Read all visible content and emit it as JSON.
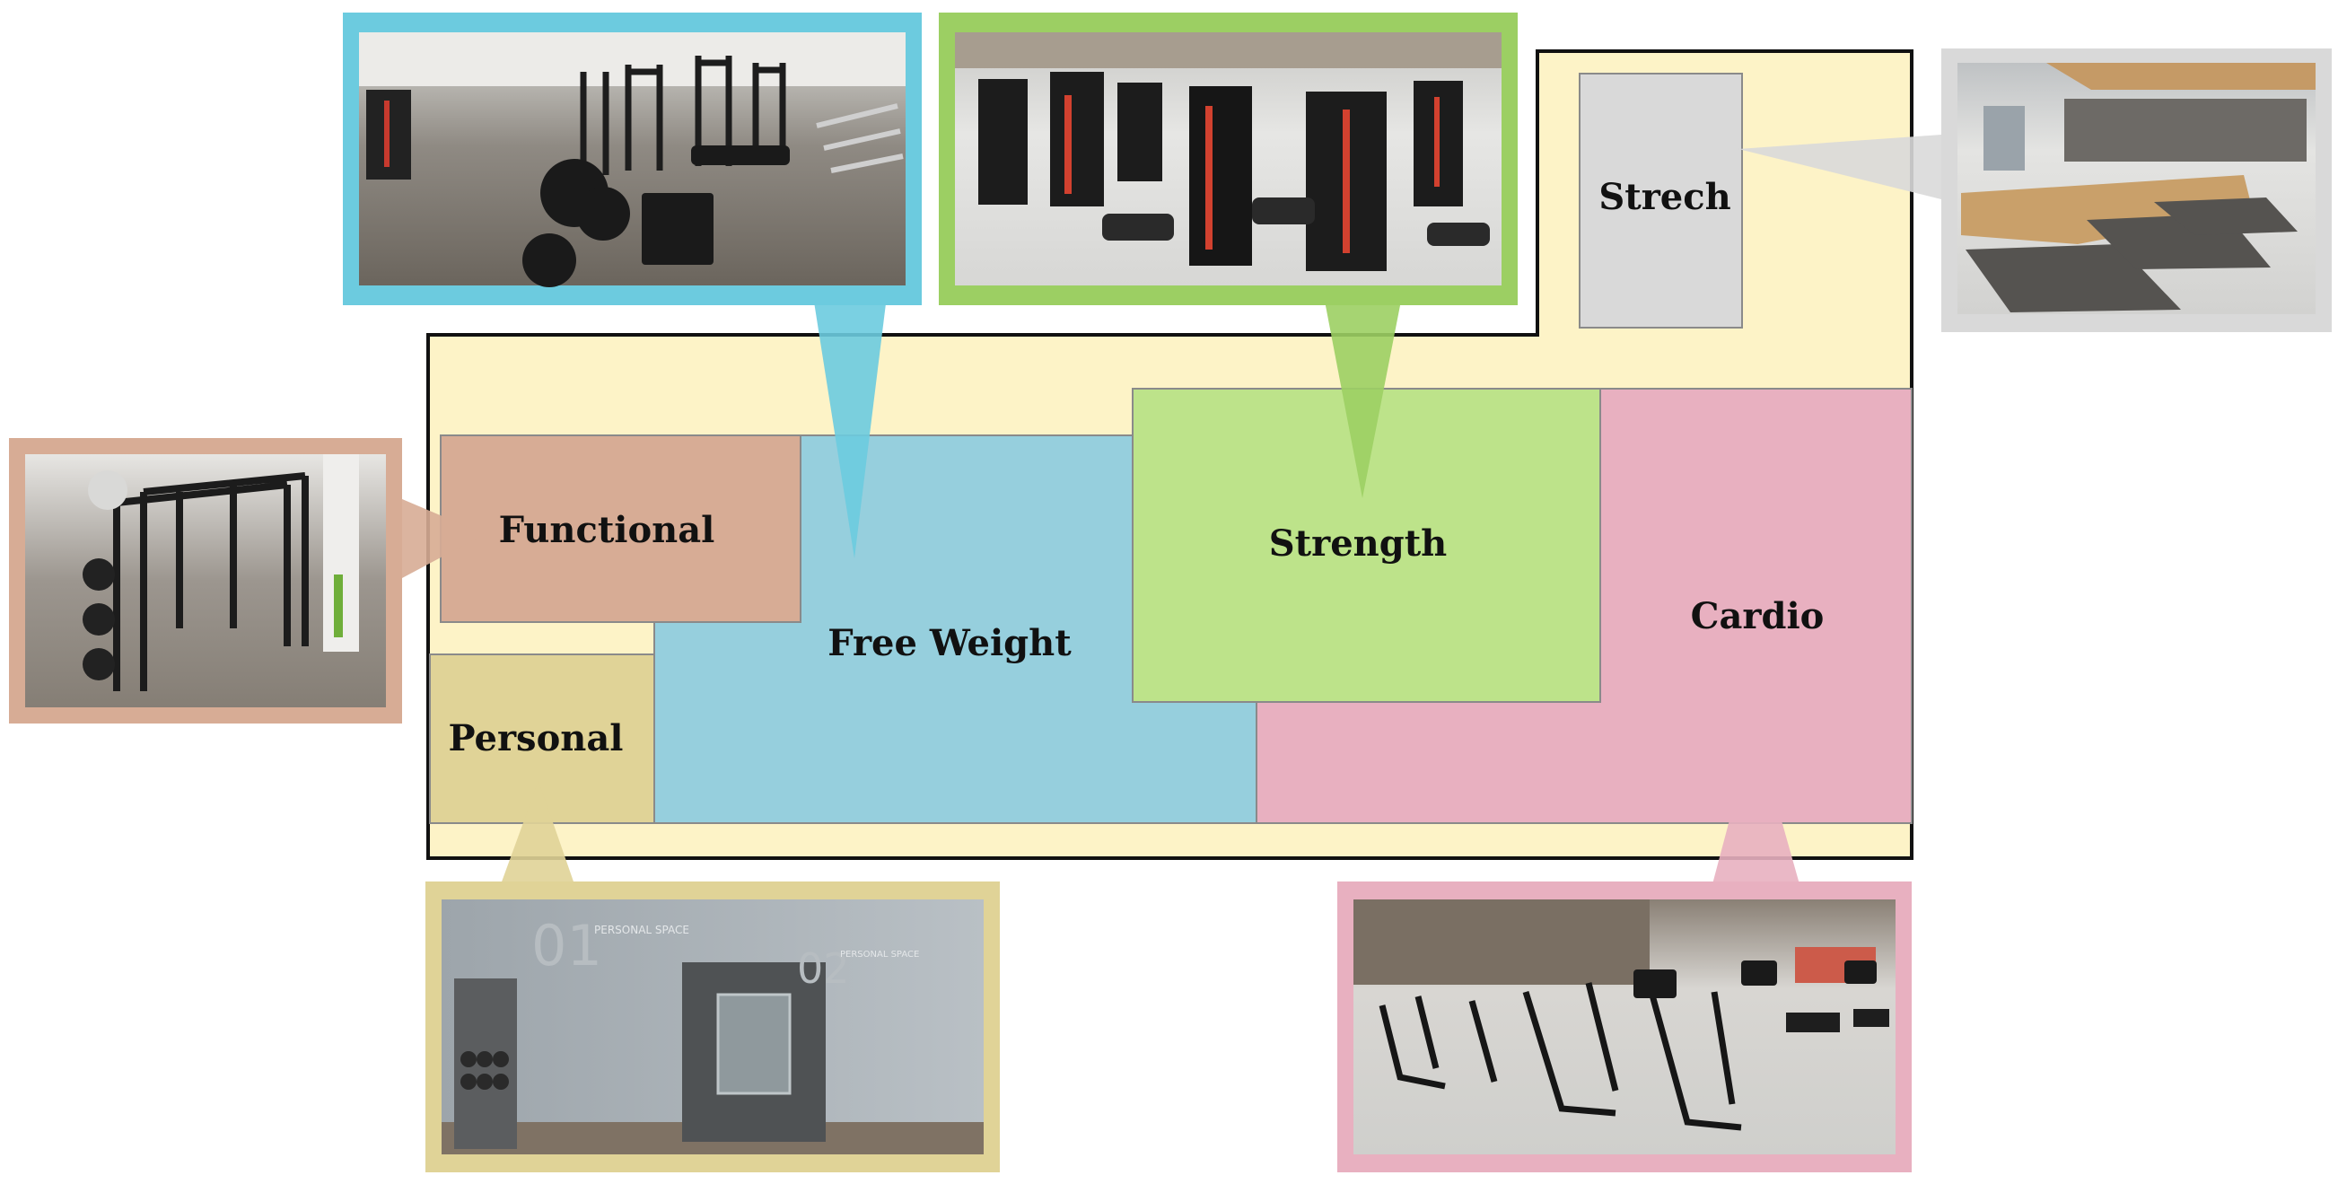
{
  "zones": {
    "functional": "Functional",
    "free_weight": "Free Weight",
    "strength": "Strength",
    "strech": "Strech",
    "personal": "Personal",
    "cardio": "Cardio"
  },
  "photo_marks": {
    "personal_space_01": "01",
    "personal_space_01_text": "PERSONAL SPACE",
    "personal_space_02": "02",
    "personal_space_02_text": "PERSONAL SPACE"
  },
  "colors": {
    "floor": "#fdf3c7",
    "functional": "#d7ac95",
    "free_weight": "#96cfdd",
    "strength": "#bde38a",
    "strech": "#d9d9d9",
    "personal": "#e0d397",
    "cardio": "#e8b0c0",
    "frame_blue": "#6ccbdf",
    "frame_green": "#9ccf63",
    "frame_grey": "#d9d9d9",
    "frame_tan": "#d7ac95",
    "frame_khaki": "#e0d397",
    "frame_pink": "#e8b0c0"
  }
}
